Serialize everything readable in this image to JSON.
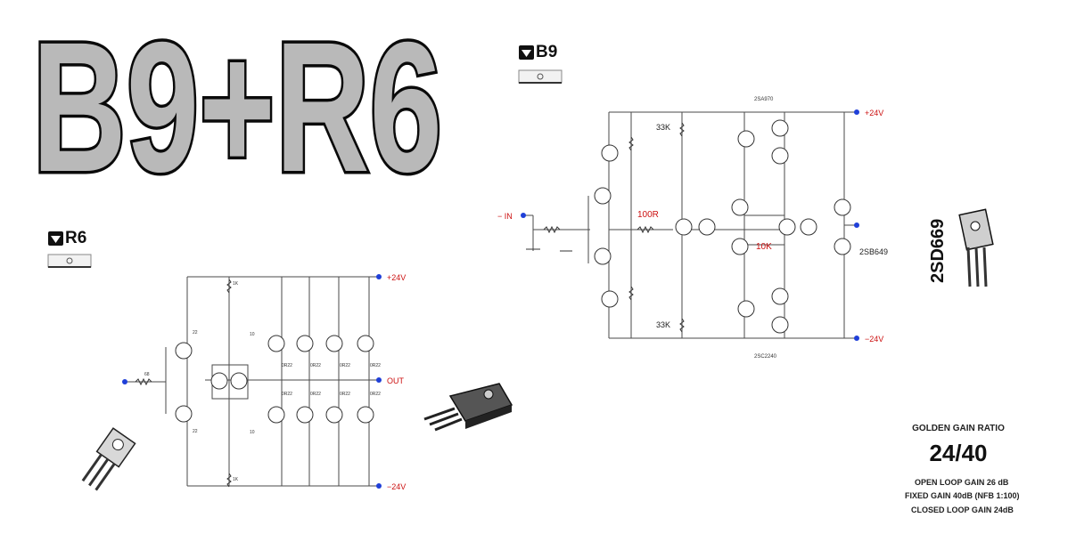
{
  "title": "B9+R6",
  "r6": {
    "brand": "R6",
    "supply_pos": "+24V",
    "supply_neg": "−24V",
    "output_label": "OUT",
    "input_resistor": "68",
    "emitter_resistors": [
      "0R22",
      "0R22",
      "0R22",
      "0R22",
      "0R22",
      "0R22",
      "0R22",
      "0R22"
    ],
    "small_labels": [
      "10",
      "10",
      "22",
      "22",
      "1K",
      "1K"
    ]
  },
  "b9": {
    "brand": "B9",
    "input_label": "− IN",
    "supply_pos": "+24V",
    "supply_neg": "−24V",
    "r_top": "33K",
    "r_bottom": "33K",
    "r_series": "100R",
    "r_feedback": "10K",
    "q_top": "2SA970",
    "q_bottom": "2SC2240",
    "q_output": "2SB649"
  },
  "part_label": "2SD669",
  "ratio": {
    "title": "GOLDEN GAIN RATIO",
    "value": "24/40",
    "lines": [
      "OPEN LOOP GAIN 26  dB",
      "FIXED GAIN 40dB (NFB 1:100)",
      "CLOSED LOOP GAIN 24dB"
    ]
  },
  "colors": {
    "wire": "#4a4a4a",
    "node": "#1f3fd8",
    "label_red": "#cc1111",
    "title_fill": "#b9b9b9"
  }
}
